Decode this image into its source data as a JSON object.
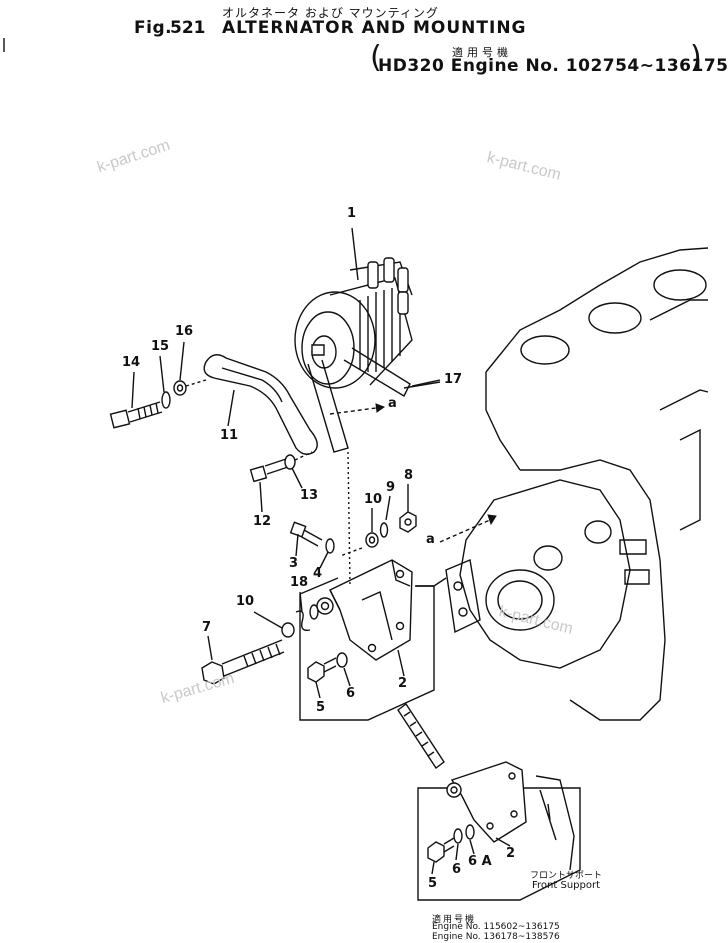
{
  "header": {
    "title_jp": "オルタネータ および マウンティング",
    "fig_label": "Fig.",
    "fig_number": "521",
    "title_en": "ALTERNATOR AND MOUNTING",
    "applicability_jp": "適用号機",
    "applicability_en": "HD320 Engine No. 102754~136175",
    "paren_open": "(",
    "paren_close": ")"
  },
  "watermarks": [
    "k-part.com",
    "k-part.com",
    "k-part.com",
    "k-part.com"
  ],
  "callouts": [
    "1",
    "2",
    "3",
    "4",
    "5",
    "6",
    "7",
    "8",
    "9",
    "10",
    "10",
    "11",
    "12",
    "13",
    "14",
    "15",
    "16",
    "17",
    "18",
    "a",
    "a"
  ],
  "inset": {
    "callouts": [
      "2",
      "5",
      "6",
      "6 A"
    ],
    "front_support_jp": "フロントサポート",
    "front_support_en": "Front  Support"
  },
  "footnote": {
    "heading_jp": "適用号機",
    "rows": [
      "Engine  No. 115602~136175",
      "Engine  No. 136178~138576"
    ]
  },
  "colors": {
    "ink": "#111111",
    "watermark": "#c9c9c9",
    "background": "#ffffff"
  }
}
